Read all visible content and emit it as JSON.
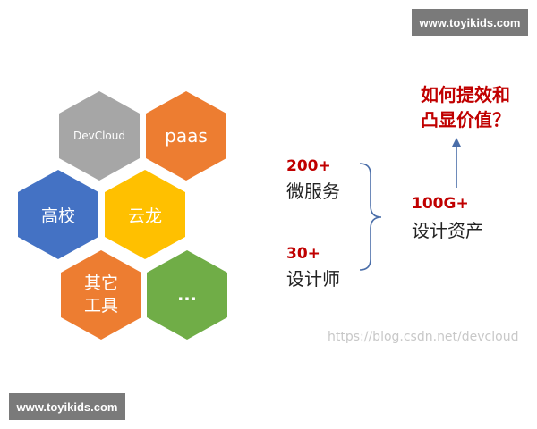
{
  "watermark": "www.toyikids.com",
  "hexagons": {
    "devcloud": "DevCloud",
    "paas": "paas",
    "gaoxiao": "高校",
    "yunlong": "云龙",
    "qita_line1": "其它",
    "qita_line2": "工具",
    "more": "..."
  },
  "stats": {
    "microservices_count": "200+",
    "microservices_label": "微服务",
    "designers_count": "30+",
    "designers_label": "设计师",
    "assets_count": "100G+",
    "assets_label": "设计资产"
  },
  "question": {
    "line1": "如何提效和",
    "line2": "凸显价值？"
  },
  "source": "https://blog.csdn.net/devcloud",
  "colors": {
    "gray_hex": "#a6a6a6",
    "orange_hex": "#ed7d31",
    "blue_hex": "#4472c4",
    "yellow_hex": "#ffc000",
    "green_hex": "#70ad47",
    "highlight_red": "#c00000",
    "connector_blue": "#4a6ea9"
  }
}
